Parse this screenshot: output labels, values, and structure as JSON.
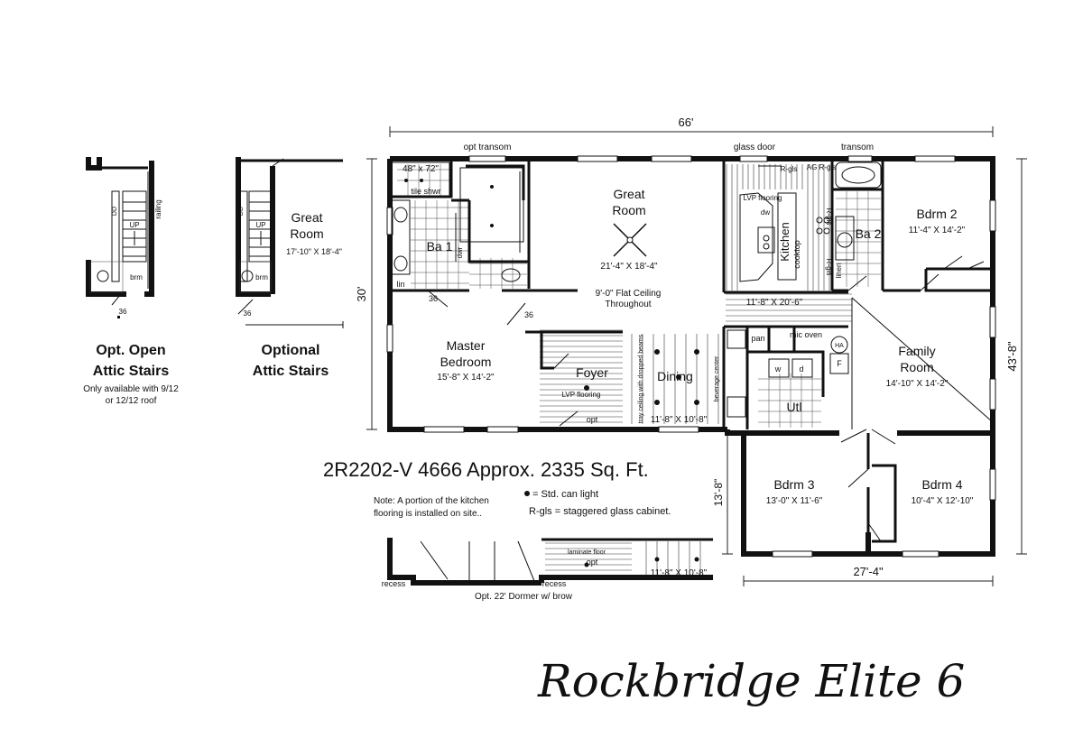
{
  "overall": {
    "width_label": "66'",
    "depth_label": "30'",
    "right_depth_label": "43'-8\""
  },
  "wing": {
    "depth_label": "13'-8\"",
    "width_label": "27'-4\""
  },
  "notes": {
    "opt_transom": "opt transom",
    "glass_door": "glass door",
    "transom": "transom",
    "tile_shwr": "tile shwr",
    "shower_size": "48\" x 72\"",
    "lin": "lin",
    "dwr": "dwr",
    "linen": "linen",
    "r_gls": "R-gls",
    "ag_rgls": "AG R-gls",
    "cooktop": "cooktop",
    "dw": "dw",
    "lvp_flooring": "LVP flooring",
    "pan": "pan",
    "mic_oven": "mic oven",
    "w": "w",
    "d": "d",
    "ha": "HA",
    "f": "F",
    "beverage_center": "beverage center",
    "tray_ceiling": "tray ceiling with dropped beams",
    "opt": "opt",
    "bm36": "36",
    "ceiling_note_1": "9'-0\" Flat Ceiling",
    "ceiling_note_2": "Throughout"
  },
  "rooms": {
    "great_room": {
      "name_1": "Great",
      "name_2": "Room",
      "size": "21'-4\" X 18'-4\""
    },
    "master": {
      "name_1": "Master",
      "name_2": "Bedroom",
      "size": "15'-8\" X 14'-2\""
    },
    "ba1": {
      "name": "Ba 1"
    },
    "ba2": {
      "name": "Ba 2"
    },
    "kitchen": {
      "name": "Kitchen",
      "size": "11'-8\" X 20'-6\""
    },
    "bdrm2": {
      "name": "Bdrm 2",
      "size": "11'-4\" X 14'-2\""
    },
    "family": {
      "name_1": "Family",
      "name_2": "Room",
      "size": "14'-10\" X 14'-2\""
    },
    "foyer": {
      "name": "Foyer"
    },
    "dining": {
      "name": "Dining",
      "size": "11'-8\" X 10'-8\""
    },
    "utl": {
      "name": "Utl"
    },
    "bdrm3": {
      "name": "Bdrm 3",
      "size": "13'-0\" X 11'-6\""
    },
    "bdrm4": {
      "name": "Bdrm 4",
      "size": "10'-4\" X 12'-10\""
    }
  },
  "model": {
    "code_line": "2R2202-V 4666  Approx. 2335 Sq. Ft."
  },
  "legend": {
    "note_1": "Note: A portion of the kitchen",
    "note_2": "flooring is installed on site..",
    "can_light": "= Std. can light",
    "r_gls": "R-gls = staggered glass cabinet."
  },
  "option_open_attic": {
    "title_1": "Opt. Open",
    "title_2": "Attic Stairs",
    "note_1": "Only available with 9/12",
    "note_2": "or 12/12 roof",
    "railing": "railing",
    "dd": "DD",
    "up": "UP",
    "brm": "brm",
    "n36": "36"
  },
  "option_attic": {
    "title_1": "Optional",
    "title_2": "Attic Stairs",
    "room_1": "Great",
    "room_2": "Room",
    "size": "17'-10\" X 18'-4\"",
    "dd": "DD",
    "up": "UP",
    "brm": "brm",
    "n36": "36"
  },
  "dormer": {
    "caption": "Opt. 22' Dormer w/ brow",
    "recess_left": "recess",
    "recess_mid": "recess",
    "laminate": "laminate floor",
    "opt": "opt",
    "size": "11'-8\" X 10'-8\""
  },
  "signature": "Rockbridge Elite 6"
}
